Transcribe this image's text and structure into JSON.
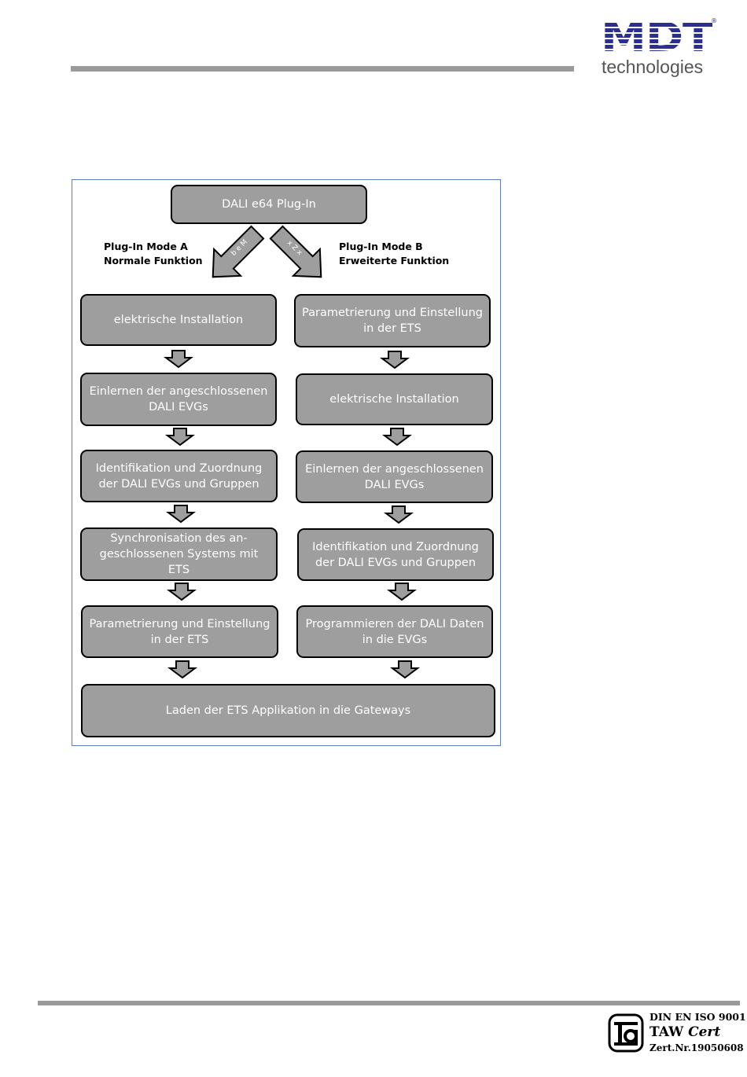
{
  "header": {
    "logo_mark": "MDT",
    "logo_tagline": "technologies",
    "logo_registered": "®"
  },
  "diagram": {
    "top_box": "DALI e64 Plug-In",
    "mode_a_label": "Plug-In Mode A\nNormale Funktion",
    "mode_b_label": "Plug-In Mode B\nErweiterte Funktion",
    "arrow_a_text": "b e M",
    "arrow_b_text": "x Z x",
    "left_steps": [
      "elektrische Installation",
      "Einlernen der angeschlossenen\nDALI EVGs",
      "Identifikation und Zuordnung\nder DALI EVGs und Gruppen",
      "Synchronisation des an-\ngeschlossenen Systems mit ETS",
      "Parametrierung und Einstellung\nin der ETS"
    ],
    "right_steps": [
      "Parametrierung und Einstellung\nin der ETS",
      "elektrische Installation",
      "Einlernen der angeschlossenen\nDALI EVGs",
      "Identifikation und Zuordnung\nder DALI EVGs und Gruppen",
      "Programmieren der DALI Daten\nin die EVGs"
    ],
    "bottom_box": "Laden der ETS Applikation in die Gateways"
  },
  "footer": {
    "cert_line1": "DIN EN ISO 9001",
    "cert_line2_a": "TAW",
    "cert_line2_b": "Cert",
    "cert_line3": "Zert.Nr.19050608"
  },
  "colors": {
    "box_fill": "#9e9e9e",
    "frame_border": "#5b7cb6",
    "logo_blue": "#2b2f8e",
    "rule_gray": "#9a9a9a"
  }
}
